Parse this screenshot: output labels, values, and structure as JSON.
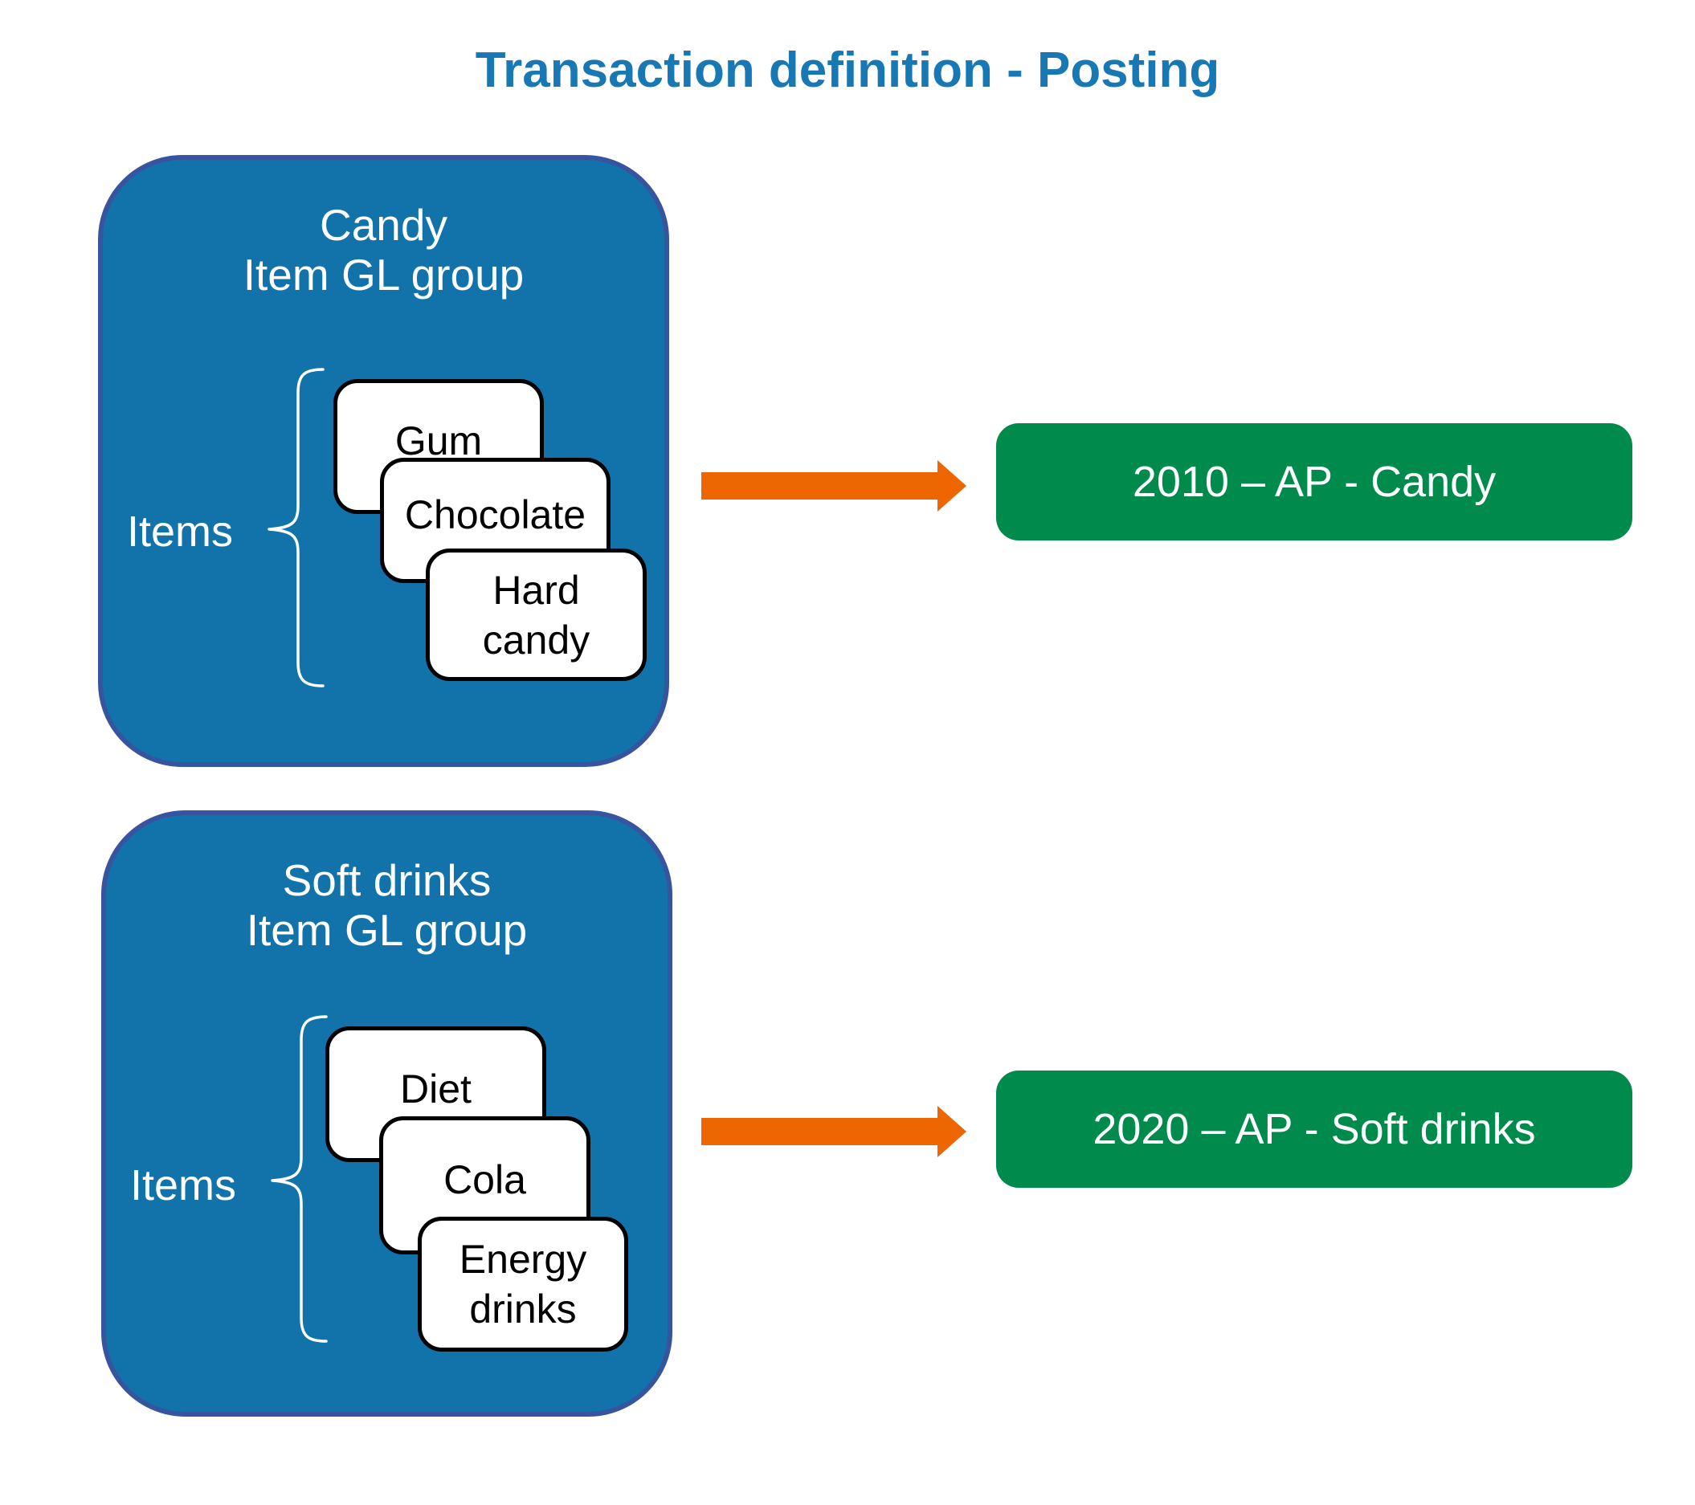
{
  "title": "Transaction definition - Posting",
  "colors": {
    "title_blue": "#1878b3",
    "group_fill": "#1173aa",
    "group_border": "#37549e",
    "card_fill": "#ffffff",
    "card_border": "#000000",
    "arrow_orange": "#ee6602",
    "account_green": "#008a4b",
    "text_white": "#ffffff"
  },
  "groups": [
    {
      "name": "Candy\nItem GL group",
      "items_label": "Items",
      "items": [
        {
          "label": "Gum"
        },
        {
          "label": "Chocolate"
        },
        {
          "label": "Hard\ncandy"
        }
      ],
      "account": "2010 – AP - Candy"
    },
    {
      "name": "Soft drinks\nItem GL group",
      "items_label": "Items",
      "items": [
        {
          "label": "Diet"
        },
        {
          "label": "Cola"
        },
        {
          "label": "Energy\ndrinks"
        }
      ],
      "account": "2020 – AP - Soft drinks"
    }
  ]
}
